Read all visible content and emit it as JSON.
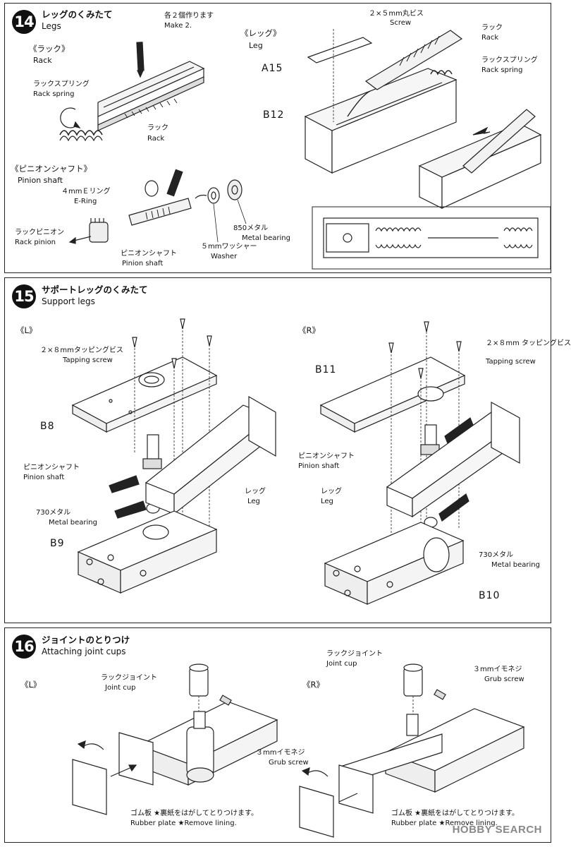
{
  "step14": {
    "number": "14",
    "title_jp": "レッグのくみたて",
    "title_en": "Legs",
    "note_jp": "各２個作ります",
    "note_en": "Make 2.",
    "rack_section_jp": "《ラック》",
    "rack_section_en": "Rack",
    "rack_spring_jp": "ラックスプリング",
    "rack_spring_en": "Rack spring",
    "rack_jp": "ラック",
    "rack_en": "Rack",
    "leg_section_jp": "《レッグ》",
    "leg_section_en": "Leg",
    "screw_jp": "２×５mm丸ビス",
    "screw_en": "Screw",
    "rack2_jp": "ラック",
    "rack2_en": "Rack",
    "rack_spring2_jp": "ラックスプリング",
    "rack_spring2_en": "Rack spring",
    "part_a15": "A15",
    "part_b12": "B12",
    "pinion_section_jp": "《ピニオンシャフト》",
    "pinion_section_en": "Pinion shaft",
    "ering_jp": "４mmＥリング",
    "ering_en": "E-Ring",
    "rack_pinion_jp": "ラックピニオン",
    "rack_pinion_en": "Rack pinion",
    "pinion_shaft_jp": "ピニオンシャフト",
    "pinion_shaft_en": "Pinion shaft",
    "washer_jp": "５mmワッシャー",
    "washer_en": "Washer",
    "bearing_jp": "850メタル",
    "bearing_en": "Metal bearing"
  },
  "step15": {
    "number": "15",
    "title_jp": "サポートレッグのくみたて",
    "title_en": "Support legs",
    "left_label": "《L》",
    "right_label": "《R》",
    "tapping_jp_l": "２×８mmタッピングビス",
    "tapping_en_l": "Tapping screw",
    "tapping_jp_r": "２×８mm タッピングビス",
    "tapping_en_r": "Tapping screw",
    "part_b8": "B8",
    "part_b9": "B9",
    "part_b10": "B10",
    "part_b11": "B11",
    "pinion_jp_l": "ピニオンシャフト",
    "pinion_en_l": "Pinion shaft",
    "pinion_jp_r": "ピニオンシャフト",
    "pinion_en_r": "Pinion shaft",
    "leg_jp_l": "レッグ",
    "leg_en_l": "Leg",
    "leg_jp_r": "レッグ",
    "leg_en_r": "Leg",
    "bearing_jp_l": "730メタル",
    "bearing_en_l": "Metal bearing",
    "bearing_jp_r": "730メタル",
    "bearing_en_r": "Metal bearing"
  },
  "step16": {
    "number": "16",
    "title_jp": "ジョイントのとりつけ",
    "title_en": "Attaching joint cups",
    "left_label": "《L》",
    "right_label": "《R》",
    "joint_jp_l": "ラックジョイント",
    "joint_en_l": "Joint cup",
    "joint_jp_r": "ラックジョイント",
    "joint_en_r": "Joint cup",
    "grub_jp_l": "３mmイモネジ",
    "grub_en_l": "Grub screw",
    "grub_jp_r": "３mmイモネジ",
    "grub_en_r": "Grub screw",
    "rubber_jp_l": "ゴム板 ★裏紙をはがしてとりつけます。",
    "rubber_en_l": "Rubber plate ★Remove lining.",
    "rubber_jp_r": "ゴム板 ★裏紙をはがしてとりつけます。",
    "rubber_en_r": "Rubber plate ★Remove lining."
  },
  "watermark": "HOBBY SEARCH"
}
